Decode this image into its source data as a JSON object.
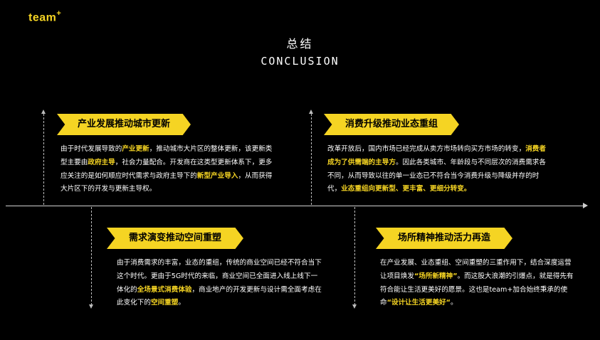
{
  "header": {
    "logo_text": "team",
    "logo_sup": "+",
    "title_cn": "总结",
    "title_en": "CONCLUSION"
  },
  "colors": {
    "background": "#000000",
    "accent": "#f5d423",
    "text": "#ffffff",
    "line": "#cfcfcf"
  },
  "sections": [
    {
      "heading": "产业发展推动城市更新",
      "paragraph": [
        {
          "text": "由于时代发展导致的",
          "hl": false
        },
        {
          "text": "产业更新",
          "hl": true
        },
        {
          "text": "，推动城市大片区的整体更新，该更新类型主要由",
          "hl": false
        },
        {
          "text": "政府主导",
          "hl": true
        },
        {
          "text": "，社会力量配合。开发商在这类型更新体系下，更多应关注的是如何顺应时代需求与政府主导下的",
          "hl": false
        },
        {
          "text": "新型产业导入",
          "hl": true
        },
        {
          "text": "，从而获得大片区下的开发与更新主导权。",
          "hl": false
        }
      ]
    },
    {
      "heading": "消费升级推动业态重组",
      "paragraph": [
        {
          "text": "改革开放后，国内市场已经完成从卖方市场转向买方市场的转变，",
          "hl": false
        },
        {
          "text": "消费者成为了供需端的主导方",
          "hl": true
        },
        {
          "text": "。因此各类城市、年龄段与不同层次的消费需求各不同，从而导致以往的单一业态已不符合当今消费升级与降级并存的时代，",
          "hl": false
        },
        {
          "text": "业态重组向更新型、更丰富、更细分转变。",
          "hl": true
        }
      ]
    },
    {
      "heading": "需求演变推动空间重塑",
      "paragraph": [
        {
          "text": "由于消费需求的丰富，业态的重组，传统的商业空间已经不符合当下这个时代。更由于5G时代的来临，商业空间已全面进入线上线下一体化的",
          "hl": false
        },
        {
          "text": "全场景式消费体验",
          "hl": true
        },
        {
          "text": "，商业地产的开发更新与设计需全面考虑在此变化下的",
          "hl": false
        },
        {
          "text": "空间重塑",
          "hl": true
        },
        {
          "text": "。",
          "hl": false
        }
      ]
    },
    {
      "heading": "场所精神推动活力再造",
      "paragraph": [
        {
          "text": "在产业发展、业态重组、空间重塑的三重作用下，结合深度运营让项目焕发",
          "hl": false
        },
        {
          "text": "“场所新精神”",
          "hl": true
        },
        {
          "text": "。而这股大浪潮的引爆点，就是得先有符合能让生活更美好的愿景。这也是team+加合始终秉承的使命",
          "hl": false
        },
        {
          "text": "“设计让生活更美好“",
          "hl": true
        },
        {
          "text": "。",
          "hl": false
        }
      ]
    }
  ]
}
